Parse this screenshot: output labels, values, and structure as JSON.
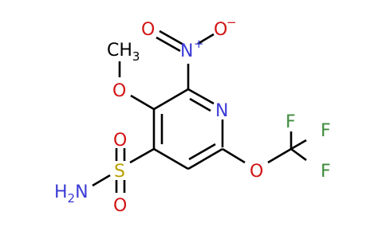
{
  "molecule": {
    "atoms": {
      "methyl_c": "CH",
      "methyl_sub": "3",
      "methoxy_o": "O",
      "nitro_n": "N",
      "nitro_plus": "+",
      "nitro_o1": "O",
      "nitro_o2": "O",
      "nitro_minus": "−",
      "ring_n": "N",
      "sulfonyl_s": "S",
      "sulfonyl_o1": "O",
      "sulfonyl_o2": "O",
      "amine_n": "H",
      "amine_sub": "2",
      "amine_n_label": "N",
      "ocf3_o": "O",
      "f1": "F",
      "f2": "F",
      "f3": "F"
    },
    "colors": {
      "oxygen": "#d21414",
      "nitrogen": "#3a3ad6",
      "sulfur": "#b8a000",
      "fluorine": "#3c8c3c",
      "bond": "#000000"
    }
  }
}
